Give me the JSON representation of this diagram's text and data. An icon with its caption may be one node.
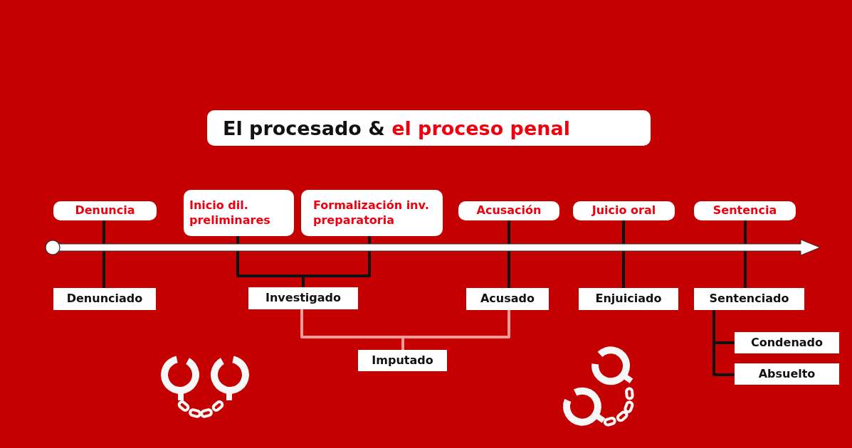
{
  "diagram": {
    "title": "El procesado & **el proceso penal**",
    "nodes": [
      {
        "text": [
          "Denuncia"
        ]
      },
      {
        "text": [
          "Inicio dil. preliminares"
        ]
      },
      {
        "text": [
          "Formalización inv. preparatoria"
        ]
      },
      {
        "text": [
          "Acusación"
        ]
      },
      {
        "text": [
          "Juicio oral"
        ]
      },
      {
        "text": [
          "Sentencia"
        ]
      },
      {
        "text": [
          "Denunciado"
        ]
      },
      {
        "text": [
          "Investigado"
        ]
      },
      {
        "text": [
          "Acusado"
        ]
      },
      {
        "text": [
          "Enjuiciado"
        ]
      },
      {
        "text": [
          "Sentenciado"
        ]
      },
      {
        "text": [
          "Imputado"
        ]
      },
      {
        "text": [
          "Condenado"
        ]
      },
      {
        "text": [
          "Absuelto"
        ]
      }
    ],
    "edges": [
      {
        "from": 0,
        "to": 6,
        "arrow": "none"
      },
      {
        "from": 1,
        "to": 7,
        "arrow": "none"
      },
      {
        "from": 2,
        "to": 7,
        "arrow": "none"
      },
      {
        "from": 3,
        "to": 8,
        "arrow": "none"
      },
      {
        "from": 4,
        "to": 9,
        "arrow": "none"
      },
      {
        "from": 5,
        "to": 10,
        "arrow": "none"
      },
      {
        "from": 7,
        "to": 11,
        "arrow": "none",
        "color": "#f59a9a"
      },
      {
        "from": 8,
        "to": 11,
        "arrow": "none",
        "color": "#f59a9a"
      },
      {
        "from": 10,
        "to": 12,
        "arrow": "none"
      },
      {
        "from": 10,
        "to": 13,
        "arrow": "none"
      }
    ]
  }
}
